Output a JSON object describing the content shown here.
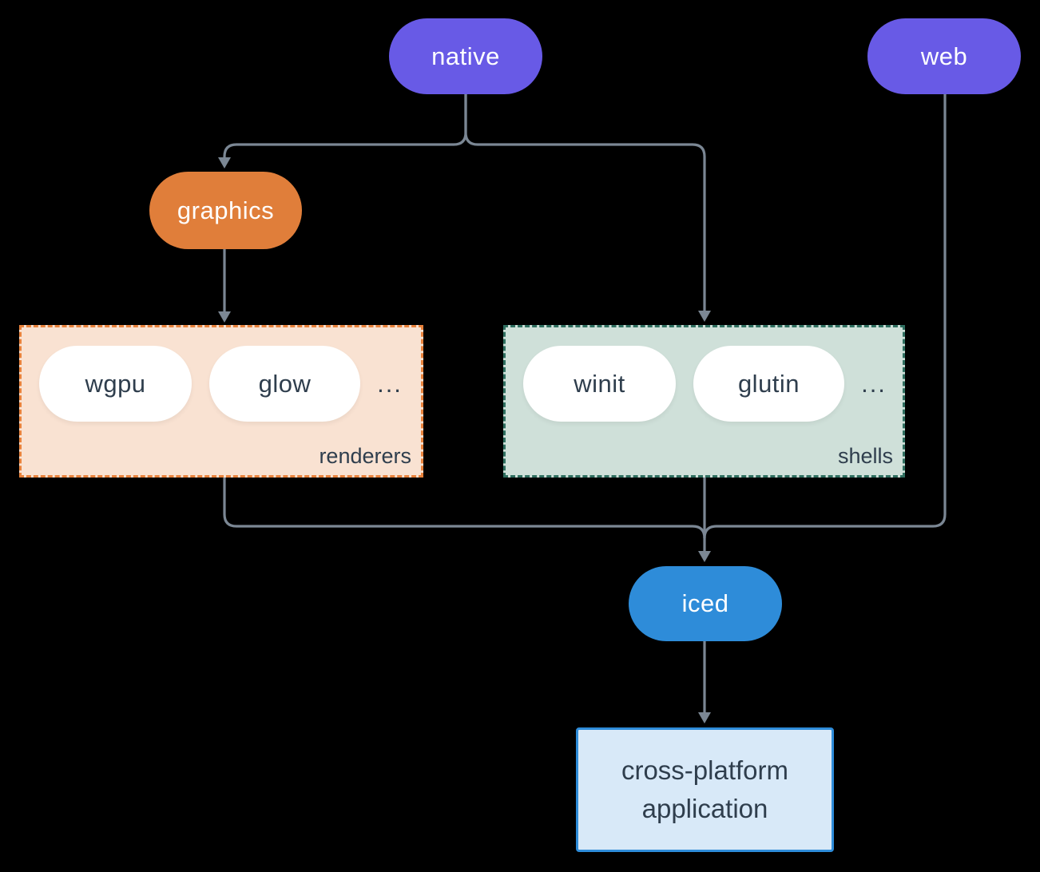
{
  "nodes": {
    "native": "native",
    "web": "web",
    "graphics": "graphics",
    "iced": "iced",
    "app_line1": "cross-platform",
    "app_line2": "application"
  },
  "groups": {
    "renderers": {
      "label": "renderers",
      "items": [
        "wgpu",
        "glow"
      ],
      "more": "..."
    },
    "shells": {
      "label": "shells",
      "items": [
        "winit",
        "glutin"
      ],
      "more": "..."
    }
  },
  "colors": {
    "background": "#000000",
    "native_web_fill": "#685ae6",
    "graphics_fill": "#e07e3a",
    "iced_fill": "#2e8cd9",
    "renderers_box_fill": "#f9e2d2",
    "renderers_box_border": "#e8823c",
    "shells_box_fill": "#cfe0d9",
    "shells_box_border": "#2f6f60",
    "inner_pill_fill": "#ffffff",
    "app_box_fill": "#d8e9f8",
    "app_box_border": "#2e8cd9",
    "dark_text": "#2f3e4d",
    "light_text": "#ffffff",
    "connector": "#7b8794"
  }
}
